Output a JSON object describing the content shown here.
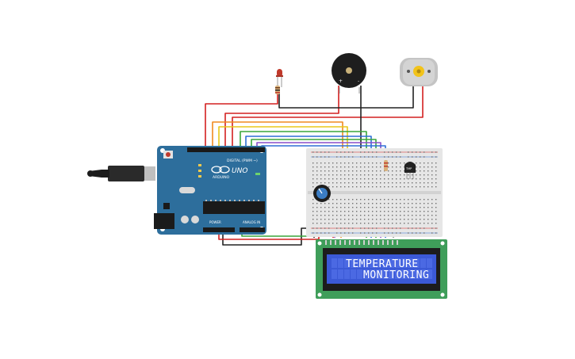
{
  "board": {
    "brand": "ARDUINO",
    "model": "UNO",
    "digital_label": "DIGITAL (PWM ~)",
    "power_label": "POWER",
    "analog_label": "ANALOG IN",
    "color": "#2d6e9c"
  },
  "lcd": {
    "line1": "TEMPERATURE",
    "line2": "MONITORING",
    "backlight": "#3b59d6",
    "pcb": "#3f9e5a"
  },
  "sensor": {
    "label": "TMP"
  },
  "led": {
    "color": "#c0392b"
  },
  "buzzer": {
    "plus": "+",
    "minus": "-"
  },
  "wire_colors": {
    "red": "#d42020",
    "orange": "#f08a1e",
    "yellow": "#e8c81a",
    "green": "#3aa63a",
    "blue": "#2f6fd6",
    "purple": "#8a4fc9",
    "black": "#222222",
    "gray": "#8a8a8a"
  }
}
